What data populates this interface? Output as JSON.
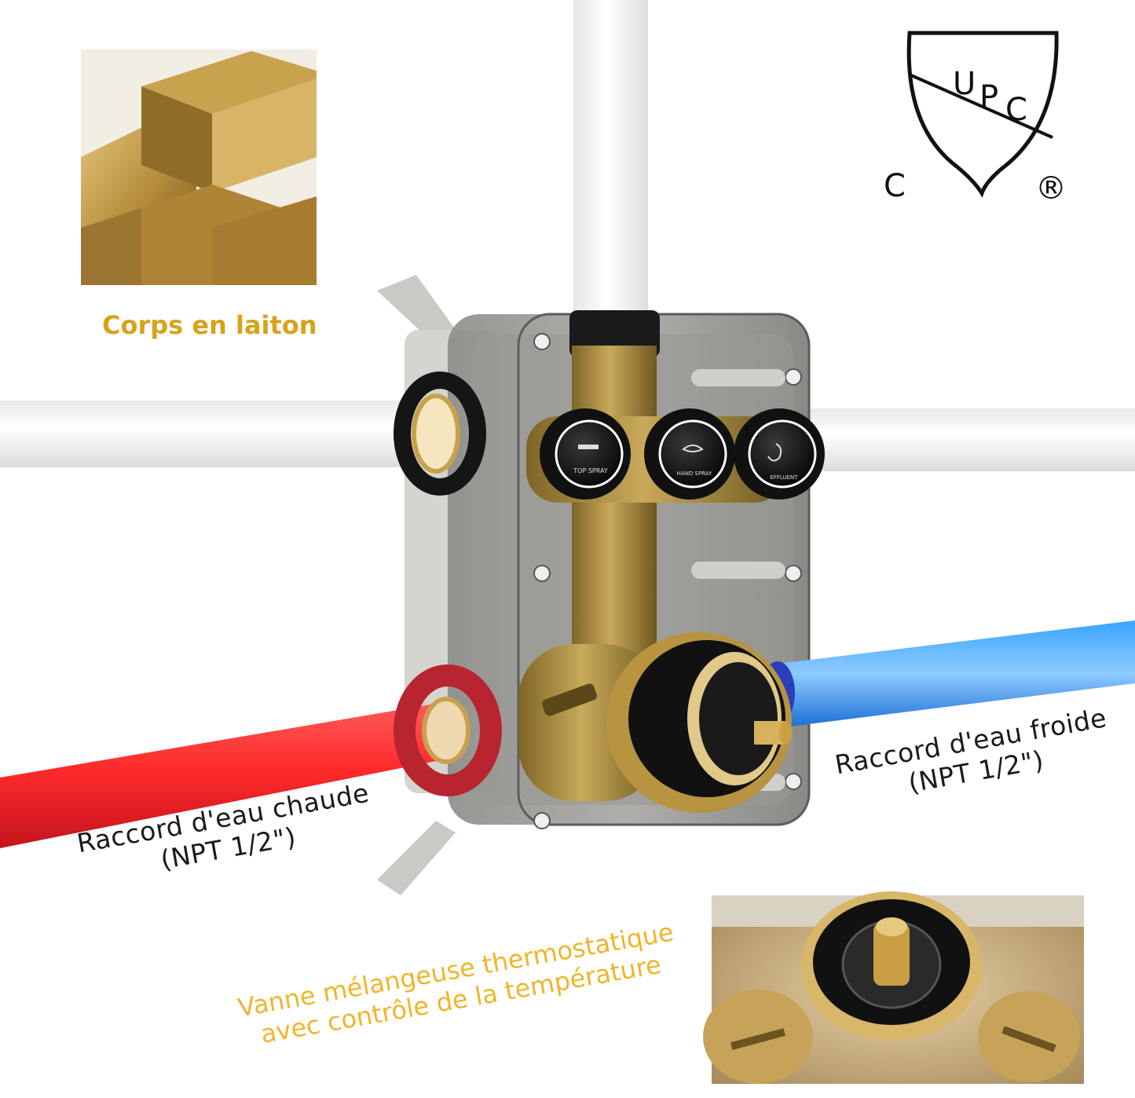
{
  "colors": {
    "accent_gold": "#d8a21a",
    "label_dark": "#1a1a1a",
    "hot_pipe": "#e8232a",
    "cold_pipe": "#2e8ef0",
    "brass": "#b8963e"
  },
  "brass_label": "Corps en laiton",
  "hot_label": {
    "line1": "Raccord d'eau chaude",
    "line2": "(NPT 1/2\")"
  },
  "cold_label": {
    "line1": "Raccord d'eau froide",
    "line2": "(NPT 1/2\")"
  },
  "thermo_label": {
    "line1": "Vanne mélangeuse thermostatique",
    "line2": "avec contrôle de la température"
  },
  "knobs": [
    {
      "label": "TOP SPRAY",
      "icon": "rain-shower-icon"
    },
    {
      "label": "HAND SPRAY",
      "icon": "hand-shower-icon"
    },
    {
      "label": "EFFLUENT",
      "icon": "spout-icon"
    }
  ],
  "certification": {
    "letters": [
      "U",
      "P",
      "C"
    ],
    "prefix": "C",
    "registered": "®"
  }
}
